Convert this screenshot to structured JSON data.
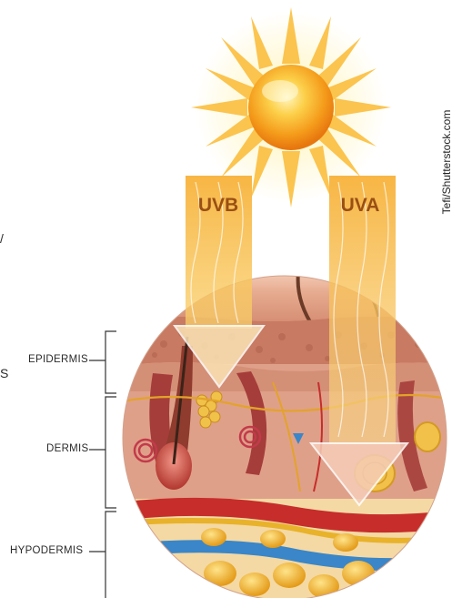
{
  "rays": {
    "uvb": "UVB",
    "uva": "UVA"
  },
  "layers": {
    "epidermis": "EPIDERMIS",
    "dermis": "DERMIS",
    "hypodermis": "HYPODERMIS"
  },
  "credit": "Tefi/Shutterstock.com",
  "edge_fragments": {
    "top": "/",
    "middle": "S"
  },
  "colors": {
    "sun_core": "#f7a21d",
    "sun_rays": "#fbbf3f",
    "ray_band": "#f9c45c",
    "ray_text": "#9a4f13",
    "epidermis": "#d8977a",
    "dermis": "#ecb7a0",
    "blood_red": "#c62d2b",
    "vein_blue": "#3a86c8",
    "fat_yellow": "#f2b431",
    "nerve_yellow": "#f0b62a"
  }
}
